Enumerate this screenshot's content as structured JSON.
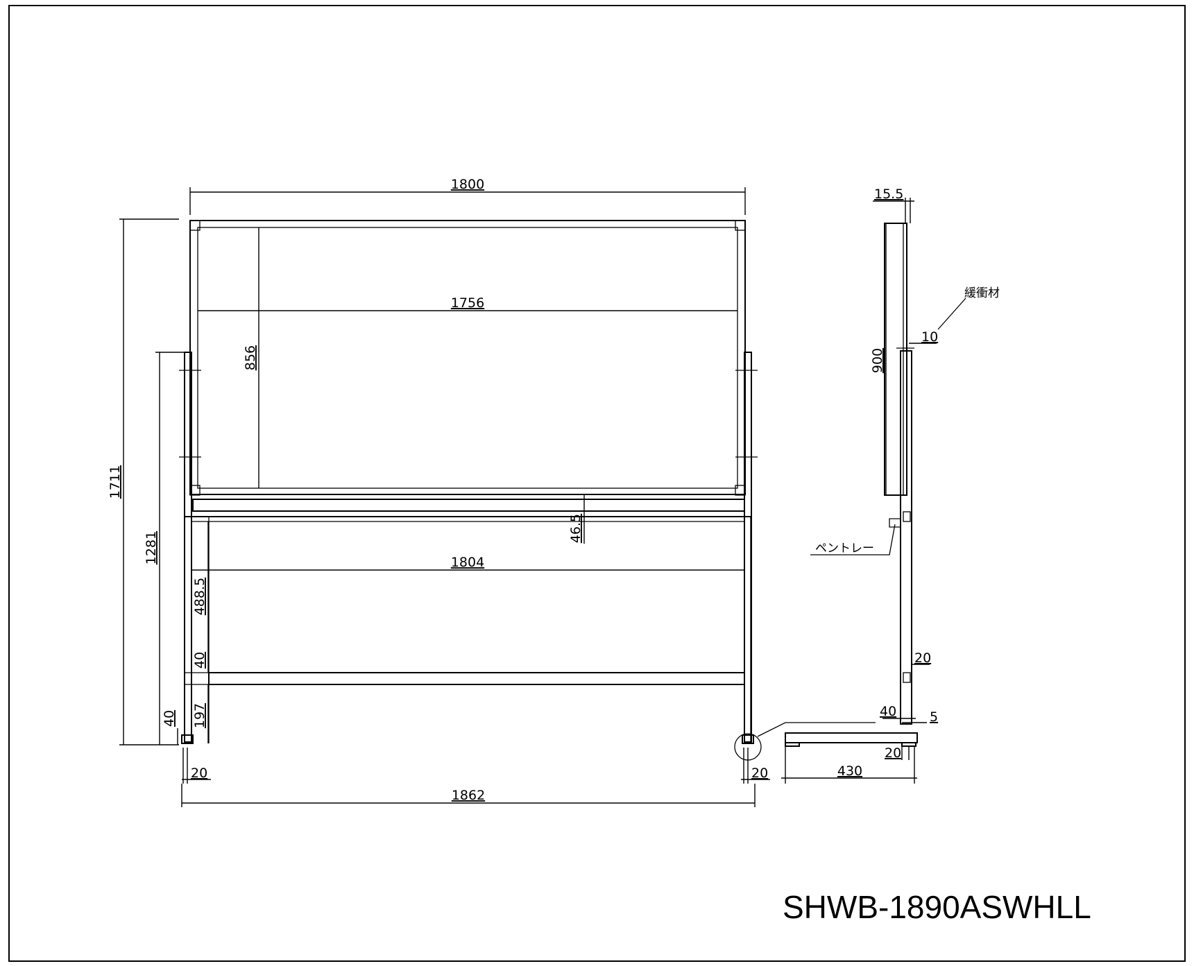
{
  "drawing": {
    "model": "SHWB-1890ASWHLL",
    "front_view": {
      "dims": {
        "total_width_top": "1800",
        "inner_width": "1756",
        "board_height": "856",
        "total_height": "1711",
        "side_frame_height": "1281",
        "tray_gap": "46.5",
        "leg_span": "1804",
        "lower_height": "488.5",
        "bar_height": "40",
        "bottom_height": "197",
        "foot_height": "40",
        "foot_left": "20",
        "foot_right": "20",
        "total_width_bottom": "1862"
      }
    },
    "side_view": {
      "dims": {
        "thickness_top": "15.5",
        "height_900": "900",
        "gap_10": "10",
        "gap_20": "20",
        "dim_40": "40",
        "dim_5": "5",
        "dim_20_bottom": "20",
        "base_depth": "430"
      },
      "labels": {
        "cushion": "緩衝材",
        "pen_tray": "ペントレー"
      }
    }
  }
}
